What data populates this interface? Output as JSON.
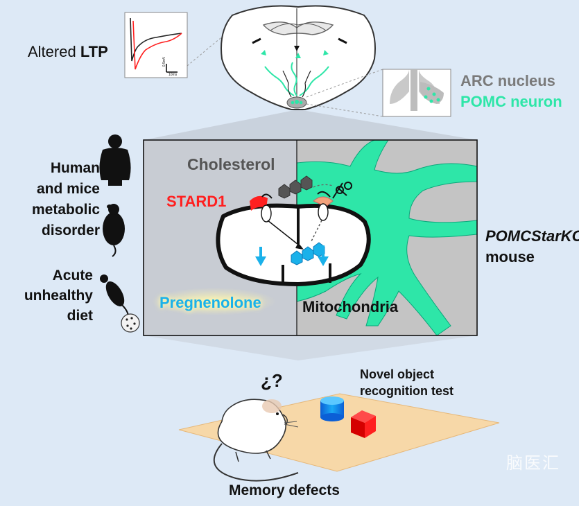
{
  "top": {
    "ltp_prefix": "Altered ",
    "ltp_bold": "LTP",
    "arc_label": "ARC nucleus",
    "pomc_label": "POMC neuron",
    "scale_v": "0.5mV",
    "scale_h": "10ms"
  },
  "left": {
    "human_mice": [
      "Human",
      "and mice",
      "metabolic",
      "disorder"
    ],
    "acute_diet": [
      "Acute",
      "unhealthy",
      "diet"
    ]
  },
  "right": {
    "genotype": "POMCStarKO",
    "mouse": "mouse"
  },
  "panel": {
    "cholesterol": "Cholesterol",
    "stard1": "STARD1",
    "pregnenolone": "Pregnenolone",
    "mitochondria": "Mitochondria"
  },
  "bottom": {
    "question": "¿?",
    "test": [
      "Novel object",
      "recognition test"
    ],
    "memory": "Memory defects",
    "watermark": "脑医汇"
  },
  "colors": {
    "background": "#dde9f6",
    "pomc_green": "#2ee6a8",
    "stard1_red": "#ff1f1f",
    "pregnenolone_blue": "#1ab1ea",
    "panel_left": "#c8ccd3",
    "panel_right": "#c4c4c4",
    "arena": "#f7d8a8"
  }
}
